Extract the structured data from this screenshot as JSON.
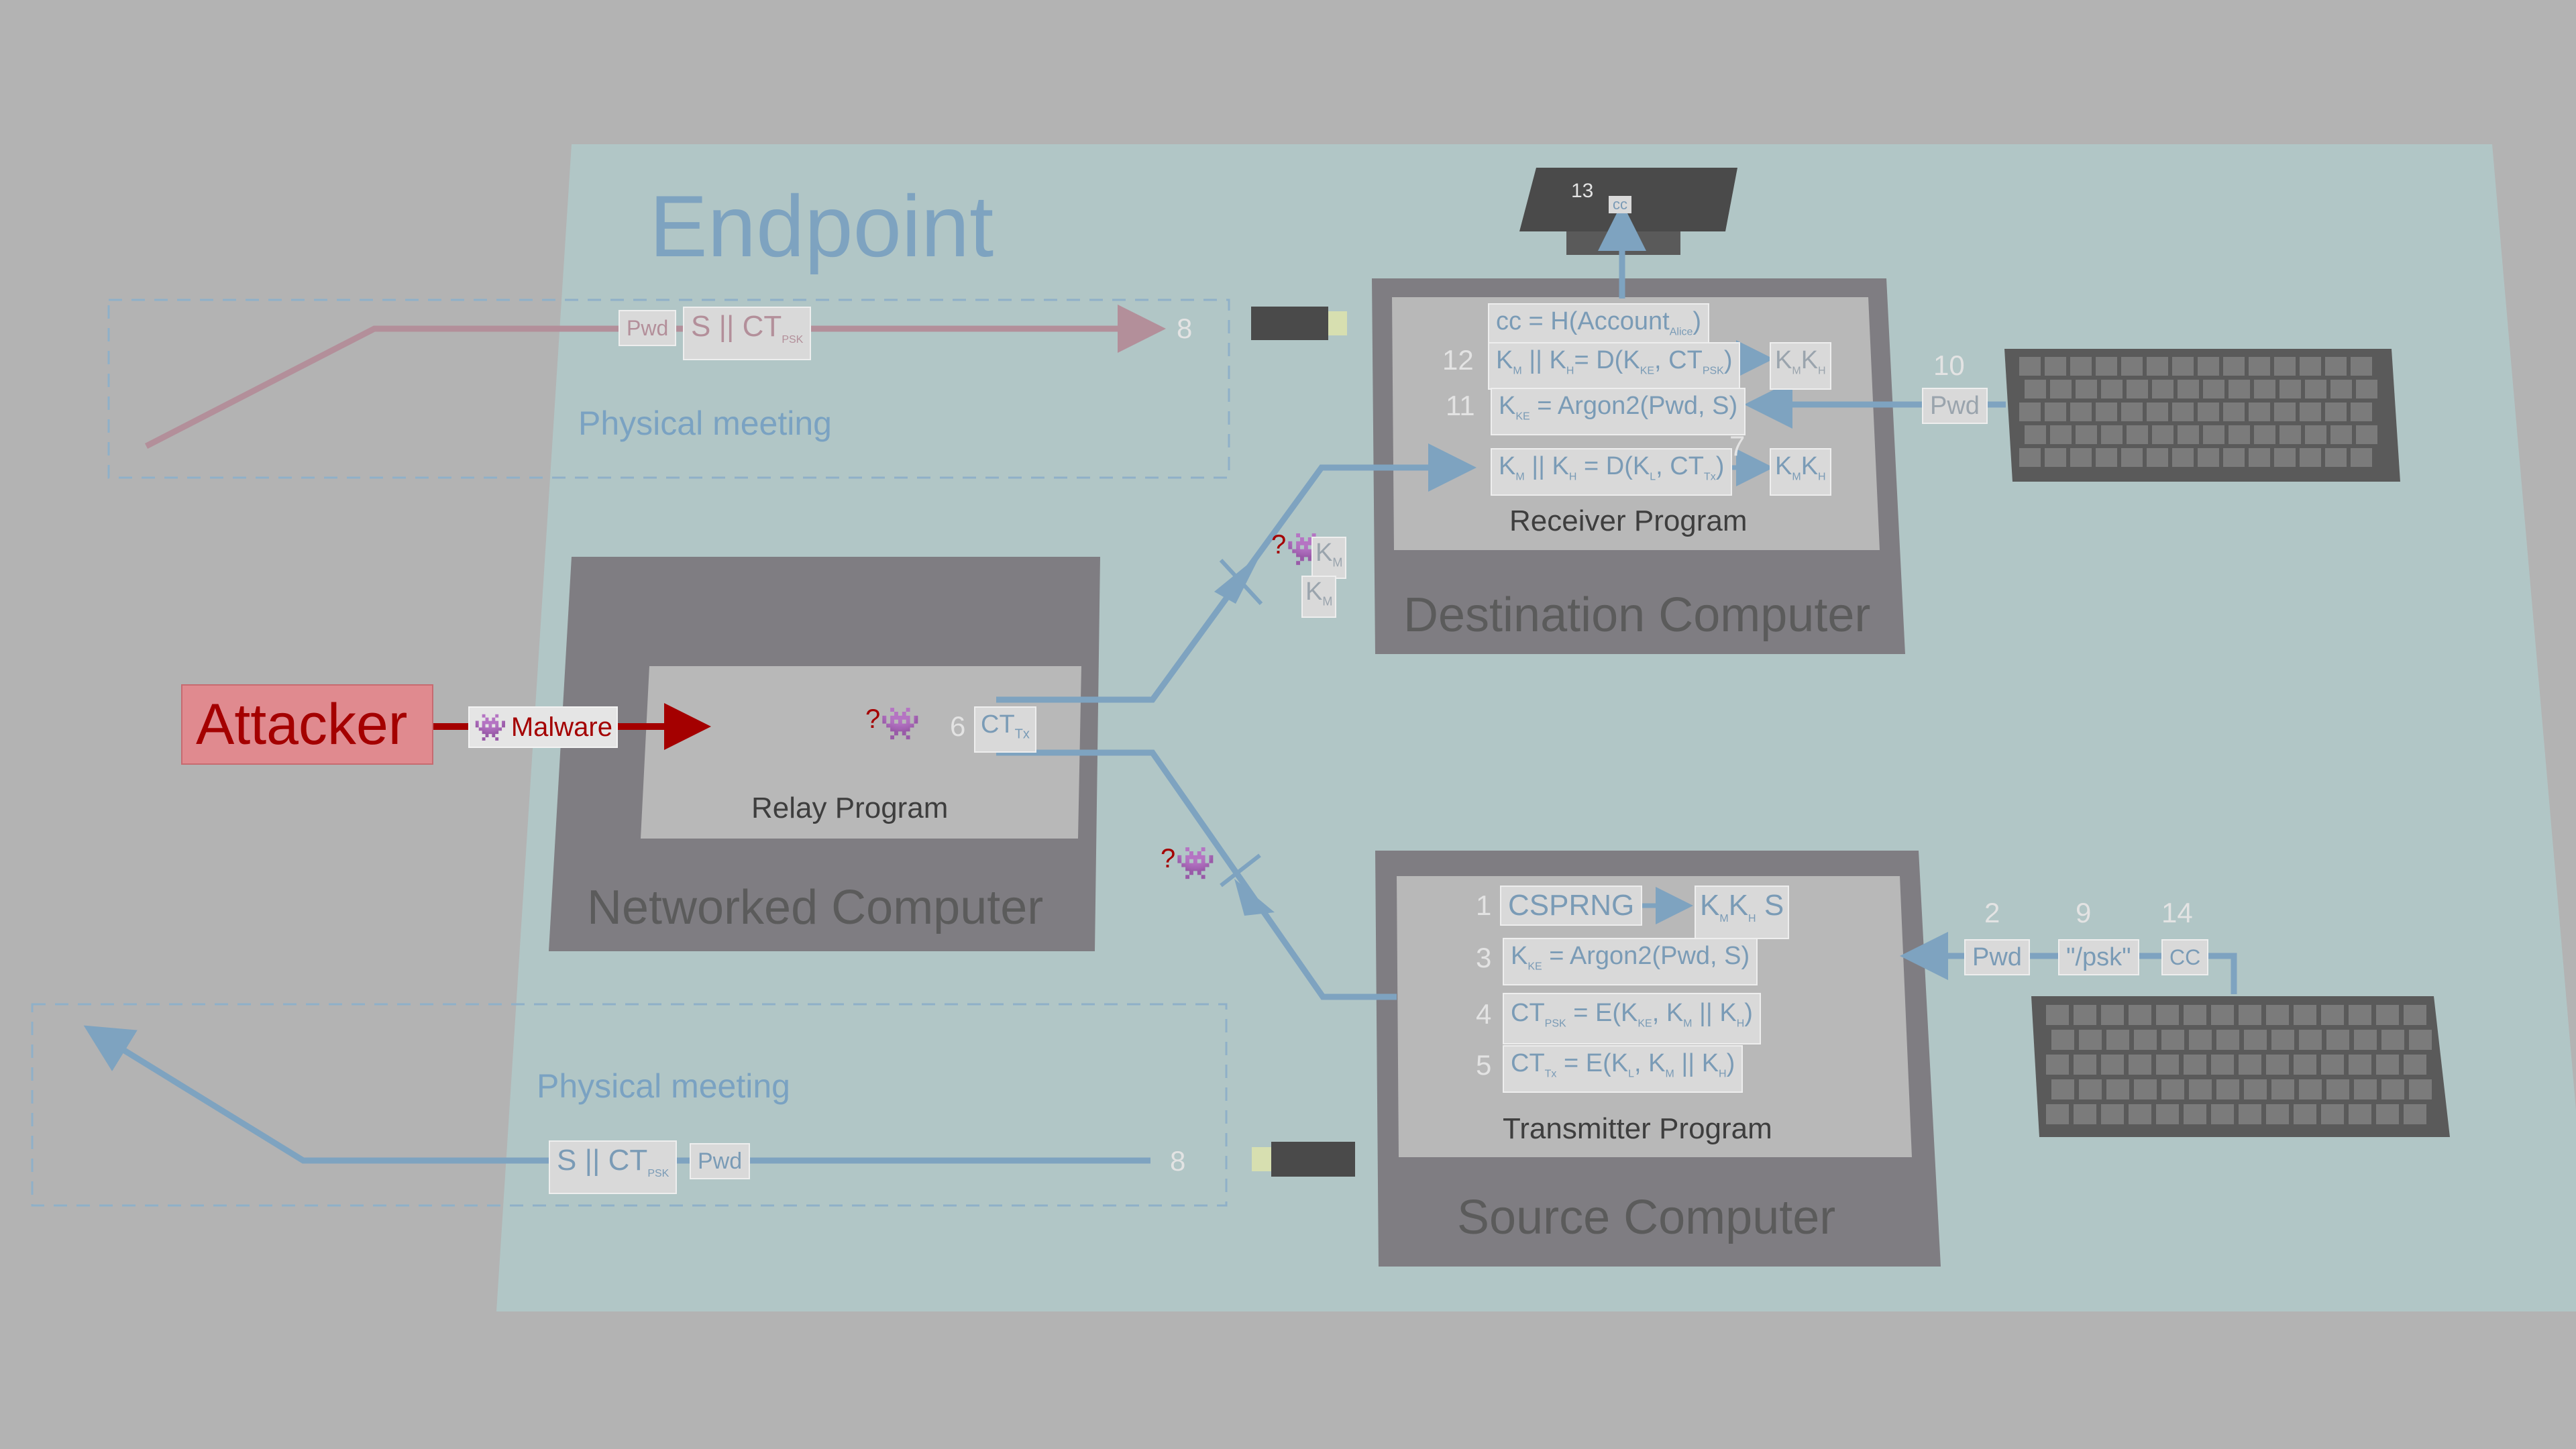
{
  "endpoint_title": "Endpoint",
  "attacker": {
    "label": "Attacker",
    "malware_label": "Malware"
  },
  "networked_computer": {
    "title": "Networked Computer",
    "program": "Relay Program",
    "step": "6",
    "ct": "CT",
    "ct_sub": "Tx",
    "question": "?"
  },
  "destination_computer": {
    "title": "Destination Computer",
    "program": "Receiver Program",
    "step_12": "12",
    "step_11": "11",
    "step_7": "7",
    "step_10": "10",
    "step_13": "13",
    "cc_formula": "cc = H(Account",
    "cc_sub": "Alice",
    "cc_close": ")",
    "decrypt_psk": "K",
    "argon": "= Argon2(",
    "argon_args": "Pwd, S)",
    "pwd": "Pwd",
    "screen_value": "cc"
  },
  "source_computer": {
    "title": "Source Computer",
    "program": "Transmitter Program",
    "step_1": "1",
    "step_2": "2",
    "step_3": "3",
    "step_4": "4",
    "step_5": "5",
    "step_9": "9",
    "step_14": "14",
    "csprng": "CSPRNG",
    "s_label": "S",
    "argon": "= Argon2(Pwd, S)",
    "pwd": "Pwd",
    "psk_cmd": "\"/psk\"",
    "cc": "CC"
  },
  "physical_meeting_top": {
    "label": "Physical meeting",
    "pwd": "Pwd",
    "payload": "S || CT",
    "payload_sub": "PSK",
    "step": "8"
  },
  "physical_meeting_bottom": {
    "label": "Physical meeting",
    "pwd": "Pwd",
    "payload": "S || CT",
    "payload_sub": "PSK",
    "step": "8"
  },
  "keys": {
    "K": "K",
    "M": "M",
    "H": "H",
    "KE": "KE",
    "L": "L",
    "Tx": "Tx",
    "PSK": "PSK",
    "question": "?"
  },
  "colors": {
    "background": "#b3b3b3",
    "endpoint": "#b1c6c6",
    "computer": "#7f7d82",
    "program": "#b8b8b8",
    "arrow": "#7ea3c0",
    "attacker": "#a40000",
    "pink_arrow": "#b38f9a"
  }
}
